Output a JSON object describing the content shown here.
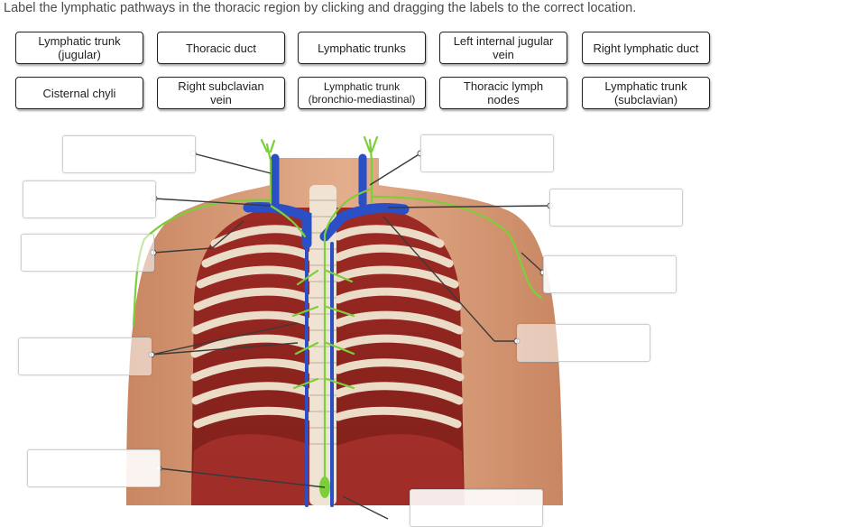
{
  "instruction": "Label the lymphatic pathways in the thoracic region by clicking and dragging the labels to the correct location.",
  "labels": [
    {
      "lines": [
        "Lymphatic trunk",
        "(jugular)"
      ]
    },
    {
      "lines": [
        "Thoracic duct"
      ]
    },
    {
      "lines": [
        "Lymphatic trunks"
      ]
    },
    {
      "lines": [
        "Left internal jugular",
        "vein"
      ]
    },
    {
      "lines": [
        "Right lymphatic duct"
      ]
    },
    {
      "lines": [
        "Cisternal chyli"
      ]
    },
    {
      "lines": [
        "Right subclavian",
        "vein"
      ]
    },
    {
      "lines": [
        "Lymphatic trunk",
        "(bronchio-mediastinal)"
      ]
    },
    {
      "lines": [
        "Thoracic lymph",
        "nodes"
      ]
    },
    {
      "lines": [
        "Lymphatic trunk",
        "(subclavian)"
      ]
    }
  ],
  "colors": {
    "vein": "#2b4fc4",
    "lymph": "#7ccf3a",
    "muscle": "#b8322c",
    "rib": "#e9dcc8",
    "skin": "#d89a78",
    "leader": "#3a3a3a"
  }
}
